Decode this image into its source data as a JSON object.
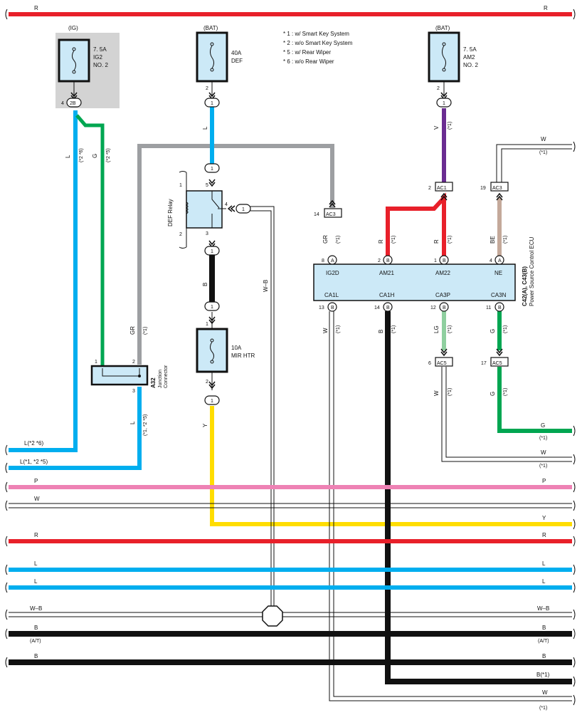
{
  "notes": [
    "* 1 : w/ Smart Key System",
    "* 2 : w/o Smart Key System",
    "* 5 : w/ Rear Wiper",
    "* 6 : w/o Rear Wiper"
  ],
  "fuses": {
    "ig2": {
      "source": "(IG)",
      "rating": "7. 5A",
      "name1": "IG2",
      "name2": "NO. 2",
      "pin": "4",
      "connector": "2B"
    },
    "def": {
      "source": "(BAT)",
      "rating": "40A",
      "name1": "DEF",
      "pin": "2",
      "connector": "1"
    },
    "am2": {
      "source": "(BAT)",
      "rating": "7. 5A",
      "name1": "AM2",
      "name2": "NO. 2",
      "pin": "2",
      "connector": "1"
    },
    "mir": {
      "rating": "10A",
      "name1": "MIR HTR",
      "pin_top": "1",
      "pin_bottom": "2",
      "connector_top": "1",
      "connector_bottom": "1"
    }
  },
  "relay": {
    "name": "DEF Relay",
    "pin1": "1",
    "pin2": "2",
    "pin3": "3",
    "pin4": "4",
    "pin5": "5",
    "conn_top": "1",
    "conn_bottom": "1",
    "conn_out": "1"
  },
  "junction": {
    "name": "A32",
    "sub1": "Junction",
    "sub2": "Connector",
    "pin1": "1",
    "pin2": "2",
    "pin3": "3"
  },
  "ecu": {
    "name": "C42(A), C43(B)",
    "desc": "Power Source Control ECU",
    "top_pins": [
      {
        "num": "8",
        "conn": "A",
        "label": "IG2D"
      },
      {
        "num": "2",
        "conn": "B",
        "label": "AM21"
      },
      {
        "num": "1",
        "conn": "B",
        "label": "AM22"
      },
      {
        "num": "4",
        "conn": "A",
        "label": "NE"
      }
    ],
    "bottom_pins": [
      {
        "num": "13",
        "conn": "B",
        "label": "CA1L"
      },
      {
        "num": "14",
        "conn": "B",
        "label": "CA1H"
      },
      {
        "num": "12",
        "conn": "B",
        "label": "CA3P"
      },
      {
        "num": "11",
        "conn": "B",
        "label": "CA3N"
      }
    ]
  },
  "connectors": {
    "ac3_left": {
      "pin": "14",
      "name": "AC3"
    },
    "ac1": {
      "pin": "2",
      "name": "AC1"
    },
    "ac3_right": {
      "pin": "19",
      "name": "AC3"
    },
    "ac5_left": {
      "pin": "6",
      "name": "AC5"
    },
    "ac5_right": {
      "pin": "17",
      "name": "AC5"
    }
  },
  "wire_labels": {
    "r_top": "R",
    "l_ig2": "L",
    "l_ig2_note": "(*2 *6)",
    "g_ig2": "G",
    "g_ig2_note": "(*2 *5)",
    "l_def": "L",
    "b_relay": "B",
    "wb_relay": "W–B",
    "y_mir": "Y",
    "gr": "GR",
    "gr_note": "(*1)",
    "gr_ac3": "GR",
    "gr_ac3_note": "(*1)",
    "v": "V",
    "v_note": "(*1)",
    "r_am21": "R",
    "r_am21_note": "(*1)",
    "r_am22": "R",
    "r_am22_note": "(*1)",
    "be": "BE",
    "be_note": "(*1)",
    "w_ne": "W",
    "w_ne_note": "(*1)",
    "w_ca1l": "W",
    "w_ca1l_note": "(*1)",
    "b_ca1h": "B",
    "b_ca1h_note": "(*1)",
    "lg": "LG",
    "lg_note": "(*1)",
    "g_ca3n": "G",
    "g_ca3n_note": "(*1)",
    "w_ac5": "W",
    "w_ac5_note": "(*1)",
    "g_ac5": "G",
    "g_ac5_note": "(*1)",
    "l_junction": "L",
    "l_junction_note": "(*1, *2 *5)"
  },
  "bus": [
    {
      "left": "L(*2 *6)",
      "right": ""
    },
    {
      "left": "L(*1, *2 *5)",
      "right": ""
    },
    {
      "left": "P",
      "right": "P"
    },
    {
      "left": "W",
      "right": ""
    },
    {
      "left": "",
      "right": "Y"
    },
    {
      "left": "R",
      "right": "R"
    },
    {
      "left": "L",
      "right": "L"
    },
    {
      "left": "L",
      "right": "L"
    },
    {
      "left": "W–B",
      "right": "W–B"
    },
    {
      "left": "B",
      "right": "B",
      "left_sub": "(A/T)",
      "right_sub": "(A/T)"
    },
    {
      "left": "B",
      "right": "B"
    },
    {
      "left": "",
      "right": "B(*1)"
    },
    {
      "left": "",
      "right": "W",
      "right_sub": "(*1)"
    }
  ],
  "right_wires": {
    "g_label": "G",
    "g_note": "(*1)",
    "w_label": "W",
    "w_note": "(*1)",
    "w_top_label": "W",
    "w_top_note": "(*1)"
  },
  "colors": {
    "red": "#e8202a",
    "blue": "#00aeef",
    "green": "#00a651",
    "gray": "#9d9fa2",
    "purple": "#6a2c91",
    "pink": "#ee82b4",
    "yellow": "#ffdd00",
    "black": "#111111",
    "tan": "#c4a99a",
    "lightgreen": "#8fcf9f",
    "boxfill": "#cce9f7",
    "shade": "#d3d3d3"
  }
}
